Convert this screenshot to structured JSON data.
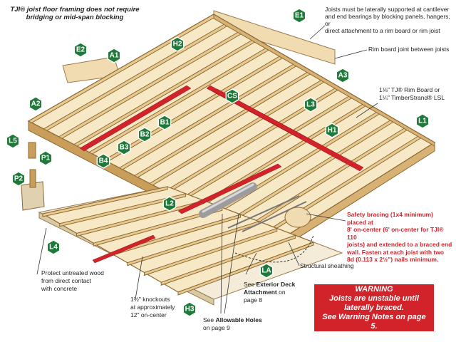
{
  "notes": {
    "top_left": "TJI® joist floor framing does not require\nbridging or mid-span blocking",
    "lateral_support": "Joists must be laterally supported at cantilever\nand end bearings by blocking panels, hangers, or\ndirect attachment to a rim board or rim joist",
    "rim_joint": "Rim board joint between joists",
    "rim_board": "1⅛\" TJ® Rim Board or\n1¼\" TimberStrand® LSL",
    "safety_bracing": "Safety bracing (1x4 minimum) placed at\n8' on-center (6' on-center for TJI® 110\njoists) and extended to a braced end\nwall. Fasten at each joist with two\n8d (0.113 x 2½\") nails minimum.",
    "structural_sheathing": "Structural sheathing",
    "protect_wood": "Protect untreated wood\nfrom direct contact\nwith concrete",
    "knockouts": "1½\" knockouts\nat approximately\n12\" on-center",
    "allowable_holes_pre": "See ",
    "allowable_holes_bold": "Allowable Holes",
    "allowable_holes_post": "\non page 9",
    "deck_pre": "See ",
    "deck_bold": "Exterior Deck\nAttachment",
    "deck_post": " on\npage 8"
  },
  "warning": {
    "title": "WARNING",
    "line1": "Joists are unstable until",
    "line2": "laterally braced.",
    "line3": "See Warning Notes on page 5."
  },
  "badges": [
    "E1",
    "E2",
    "A1",
    "H2",
    "A3",
    "CS",
    "L3",
    "A2",
    "B1",
    "H1",
    "L1",
    "B2",
    "L5",
    "B3",
    "P1",
    "B4",
    "P2",
    "L2",
    "L4",
    "LA",
    "H3"
  ],
  "colors": {
    "badge": "#1f7a3a",
    "bracing": "#d2232a",
    "wood": "#e8c98f",
    "wood_dark": "#b98b4a",
    "sheathing": "#f1dcb2"
  }
}
